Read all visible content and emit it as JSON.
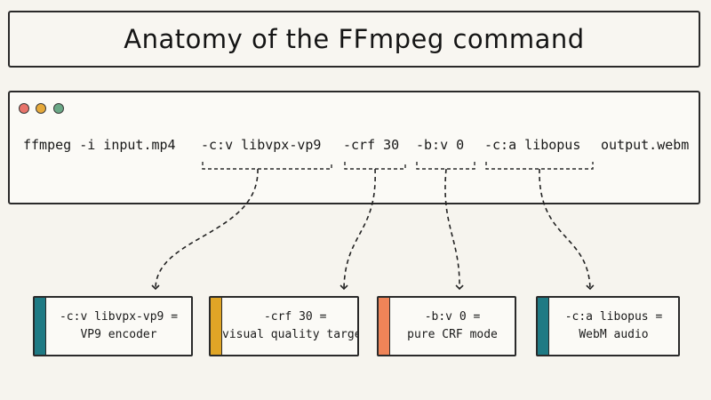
{
  "title": "Anatomy of the FFmpeg command",
  "command": {
    "base": "ffmpeg -i input.mp4",
    "video_codec": "-c:v libvpx-vp9",
    "crf": "-crf 30",
    "bitrate": "-b:v 0",
    "audio_codec": "-c:a libopus",
    "output": "output.webm"
  },
  "window_dots": [
    "#e8736a",
    "#e6a93a",
    "#6aa886"
  ],
  "annotations": [
    {
      "line1": "-c:v libvpx-vp9 =",
      "line2": "VP9 encoder",
      "accent": "#1f7a84"
    },
    {
      "line1": "-crf 30 =",
      "line2": "visual quality target",
      "accent": "#e0a526"
    },
    {
      "line1": "-b:v 0 =",
      "line2": "pure CRF mode",
      "accent": "#ef8458"
    },
    {
      "line1": "-c:a libopus =",
      "line2": "WebM audio",
      "accent": "#1f7a84"
    }
  ]
}
